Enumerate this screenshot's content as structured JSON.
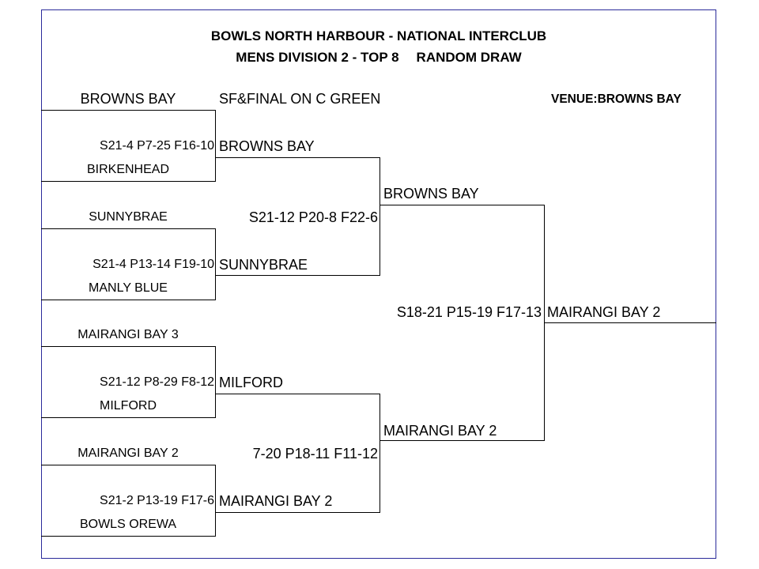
{
  "header": {
    "title_line1": "BOWLS NORTH HARBOUR - NATIONAL INTERCLUB",
    "title_line2_part1": "MENS DIVISION 2 - TOP 8",
    "title_line2_part2": "RANDOM DRAW",
    "venue": "VENUE:BROWNS BAY",
    "note": "SF&FINAL ON C GREEN"
  },
  "round1": [
    {
      "team_a": "BROWNS BAY",
      "score": "S21-4 P7-25  F16-10",
      "team_b": "BIRKENHEAD"
    },
    {
      "team_a": "SUNNYBRAE",
      "score": "S21-4 P13-14 F19-10",
      "team_b": "MANLY BLUE"
    },
    {
      "team_a": "MAIRANGI BAY 3",
      "score": "S21-12 P8-29  F8-12",
      "team_b": "MILFORD"
    },
    {
      "team_a": "MAIRANGI BAY 2",
      "score": "S21-2 P13-19  F17-6",
      "team_b": "BOWLS OREWA"
    }
  ],
  "semifinals": [
    {
      "winner_a": "BROWNS BAY",
      "score": "S21-12 P20-8  F22-6",
      "winner_b": "SUNNYBRAE"
    },
    {
      "winner_a": "MILFORD",
      "score": "7-20  P18-11  F11-12",
      "winner_b": "MAIRANGI BAY 2"
    }
  ],
  "final": {
    "finalist_a": "BROWNS BAY",
    "score": "S18-21 P15-19 F17-13",
    "finalist_b": "MAIRANGI BAY 2",
    "champion": "MAIRANGI BAY 2"
  }
}
